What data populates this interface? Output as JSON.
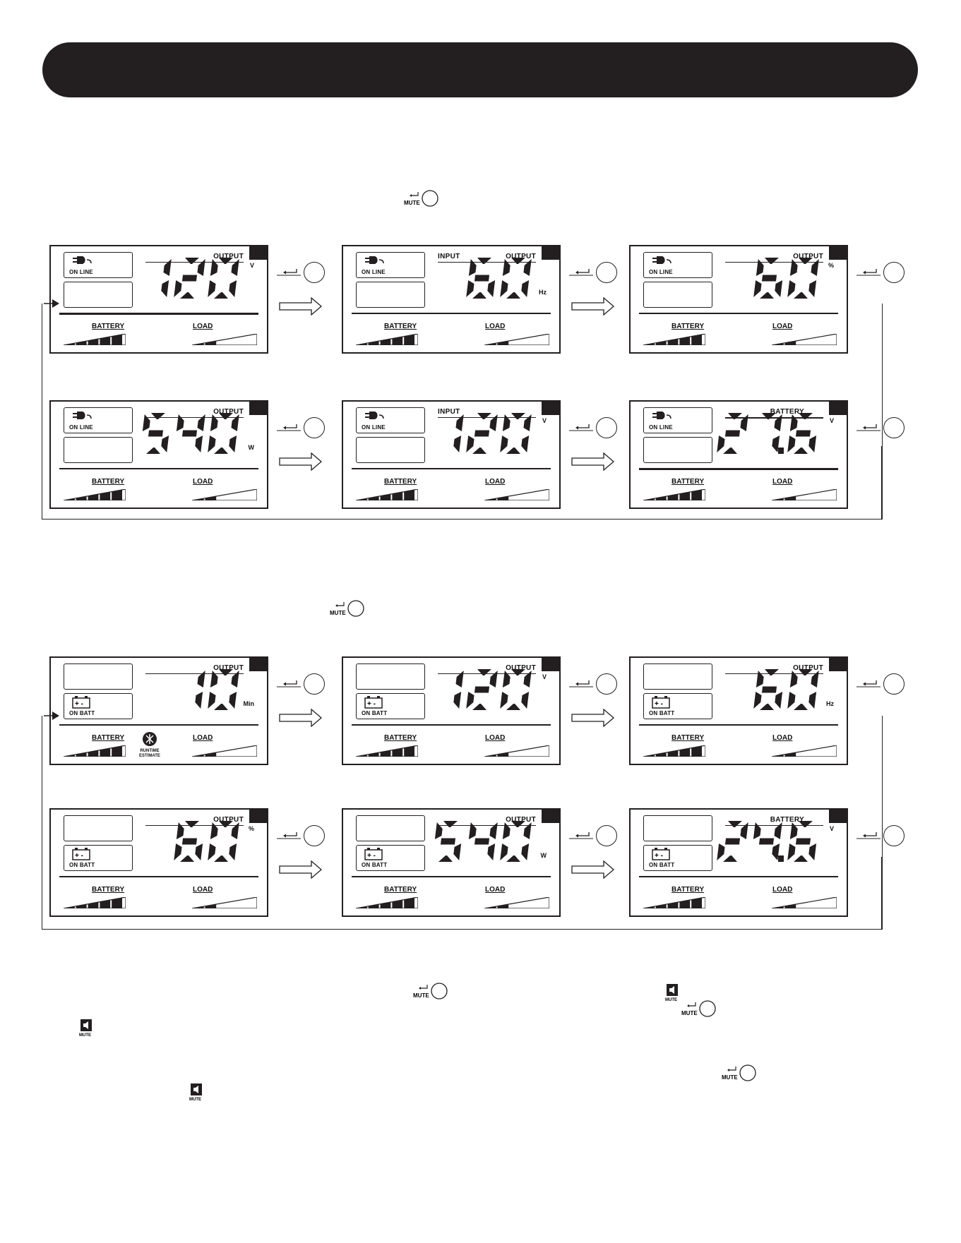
{
  "legend": {
    "key_label": "MUTE",
    "enter_symbol": "↵",
    "mute_icon_label": "MUTE"
  },
  "labels": {
    "battery": "BATTERY",
    "load": "LOAD",
    "on_line": "ON LINE",
    "on_batt": "ON BATT",
    "runtime_1": "RUNTIME",
    "runtime_2": "ESTIMATE"
  },
  "online_screens": [
    {
      "header": "OUTPUT",
      "value": "120",
      "unit": "V",
      "battery_level": 1.0,
      "load_level": 0.4
    },
    {
      "header": "INPUT",
      "header2": "OUTPUT",
      "value": "60",
      "unit": "Hz",
      "battery_level": 1.0,
      "load_level": 0.4
    },
    {
      "header": "OUTPUT",
      "value": "60",
      "unit": "%",
      "battery_level": 1.0,
      "load_level": 0.4
    },
    {
      "header": "OUTPUT",
      "value": "540",
      "unit": "W",
      "battery_level": 1.0,
      "load_level": 0.4
    },
    {
      "header": "INPUT",
      "value": "120",
      "unit": "V",
      "battery_level": 1.0,
      "load_level": 0.4
    },
    {
      "header": "BATTERY",
      "value": "27.6",
      "unit": "V",
      "battery_level": 1.0,
      "load_level": 0.4
    }
  ],
  "onbatt_screens": [
    {
      "header": "OUTPUT",
      "value": "10",
      "unit": "Min",
      "battery_level": 1.0,
      "load_level": 0.4
    },
    {
      "header": "OUTPUT",
      "value": "120",
      "unit": "V",
      "battery_level": 1.0,
      "load_level": 0.4
    },
    {
      "header": "OUTPUT",
      "value": "60",
      "unit": "Hz",
      "battery_level": 1.0,
      "load_level": 0.4
    },
    {
      "header": "OUTPUT",
      "value": "60",
      "unit": "%",
      "battery_level": 1.0,
      "load_level": 0.4
    },
    {
      "header": "OUTPUT",
      "value": "540",
      "unit": "W",
      "battery_level": 1.0,
      "load_level": 0.4
    },
    {
      "header": "BATTERY",
      "value": "24.6",
      "unit": "V",
      "battery_level": 1.0,
      "load_level": 0.4
    }
  ]
}
